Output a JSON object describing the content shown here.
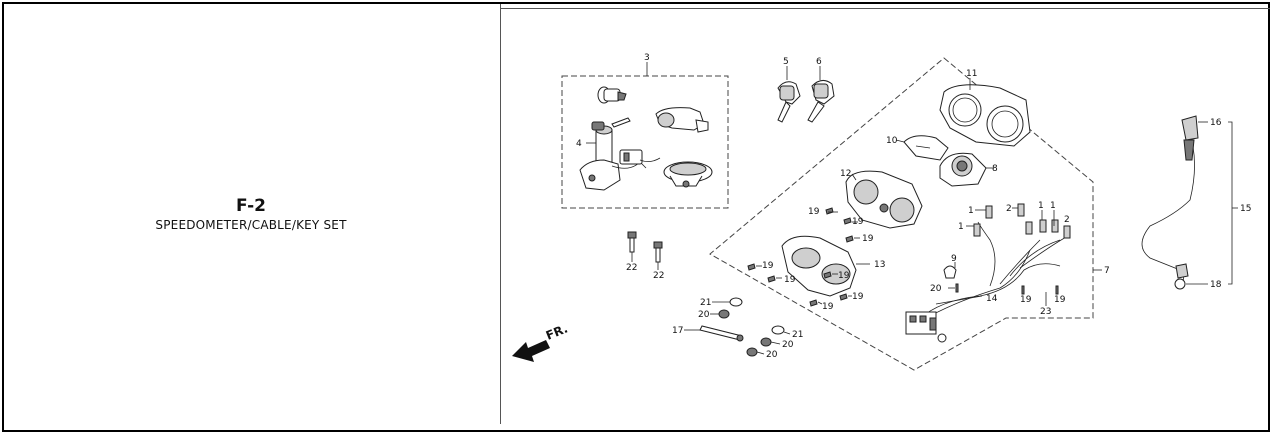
{
  "section": {
    "code": "F-2",
    "title": "SPEEDOMETER/CABLE/KEY SET"
  },
  "direction_label": "FR.",
  "callouts": {
    "c1": "1",
    "c1b": "1",
    "c1c": "1",
    "c1d": "1",
    "c2": "2",
    "c2b": "2",
    "c3": "3",
    "c4": "4",
    "c5": "5",
    "c6": "6",
    "c7": "7",
    "c8": "8",
    "c9": "9",
    "c10": "10",
    "c11": "11",
    "c12": "12",
    "c13": "13",
    "c14": "14",
    "c15": "15",
    "c16": "16",
    "c17": "17",
    "c18": "18",
    "c19a": "19",
    "c19b": "19",
    "c19c": "19",
    "c19d": "19",
    "c19e": "19",
    "c19f": "19",
    "c19g": "19",
    "c19h": "19",
    "c19i": "19",
    "c19j": "19",
    "c20a": "20",
    "c20b": "20",
    "c20c": "20",
    "c20d": "20",
    "c21a": "21",
    "c21b": "21",
    "c22a": "22",
    "c22b": "22",
    "c23": "23"
  }
}
